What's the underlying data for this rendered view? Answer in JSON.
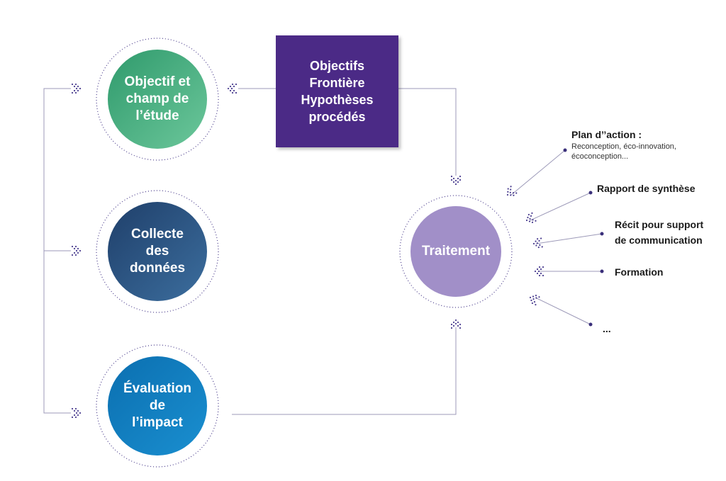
{
  "colors": {
    "line": "#9c99b8",
    "chevron": "#4a3d8f",
    "ring": "#4b3d8c",
    "box": "#4b2a86",
    "traitement": "#a18fc8",
    "objectif_top": "#2f9a6c",
    "objectif_bottom": "#6cc79b",
    "collecte_top": "#1f3f6a",
    "collecte_bottom": "#3c6e9e",
    "evaluation_top": "#0b6fb0",
    "evaluation_bottom": "#1a8fd0"
  },
  "circles": {
    "objectif": {
      "lines": [
        "Objectif et",
        "champ de",
        "l’étude"
      ]
    },
    "collecte": {
      "lines": [
        "Collecte",
        "des",
        "données"
      ]
    },
    "evaluation": {
      "lines": [
        "Évaluation",
        "de",
        "l’impact"
      ]
    },
    "traitement": {
      "lines": [
        "Traitement"
      ]
    }
  },
  "box": {
    "lines": [
      "Objectifs",
      "Frontière",
      "Hypothèses",
      "procédés"
    ]
  },
  "outputs": [
    {
      "label": "Plan d’’action :",
      "sub": [
        "Reconception, éco-innovation,",
        "écoconception..."
      ]
    },
    {
      "label": "Rapport de synthèse"
    },
    {
      "label": "Récit pour support",
      "label2": "de communication"
    },
    {
      "label": "Formation"
    },
    {
      "label": "..."
    }
  ]
}
